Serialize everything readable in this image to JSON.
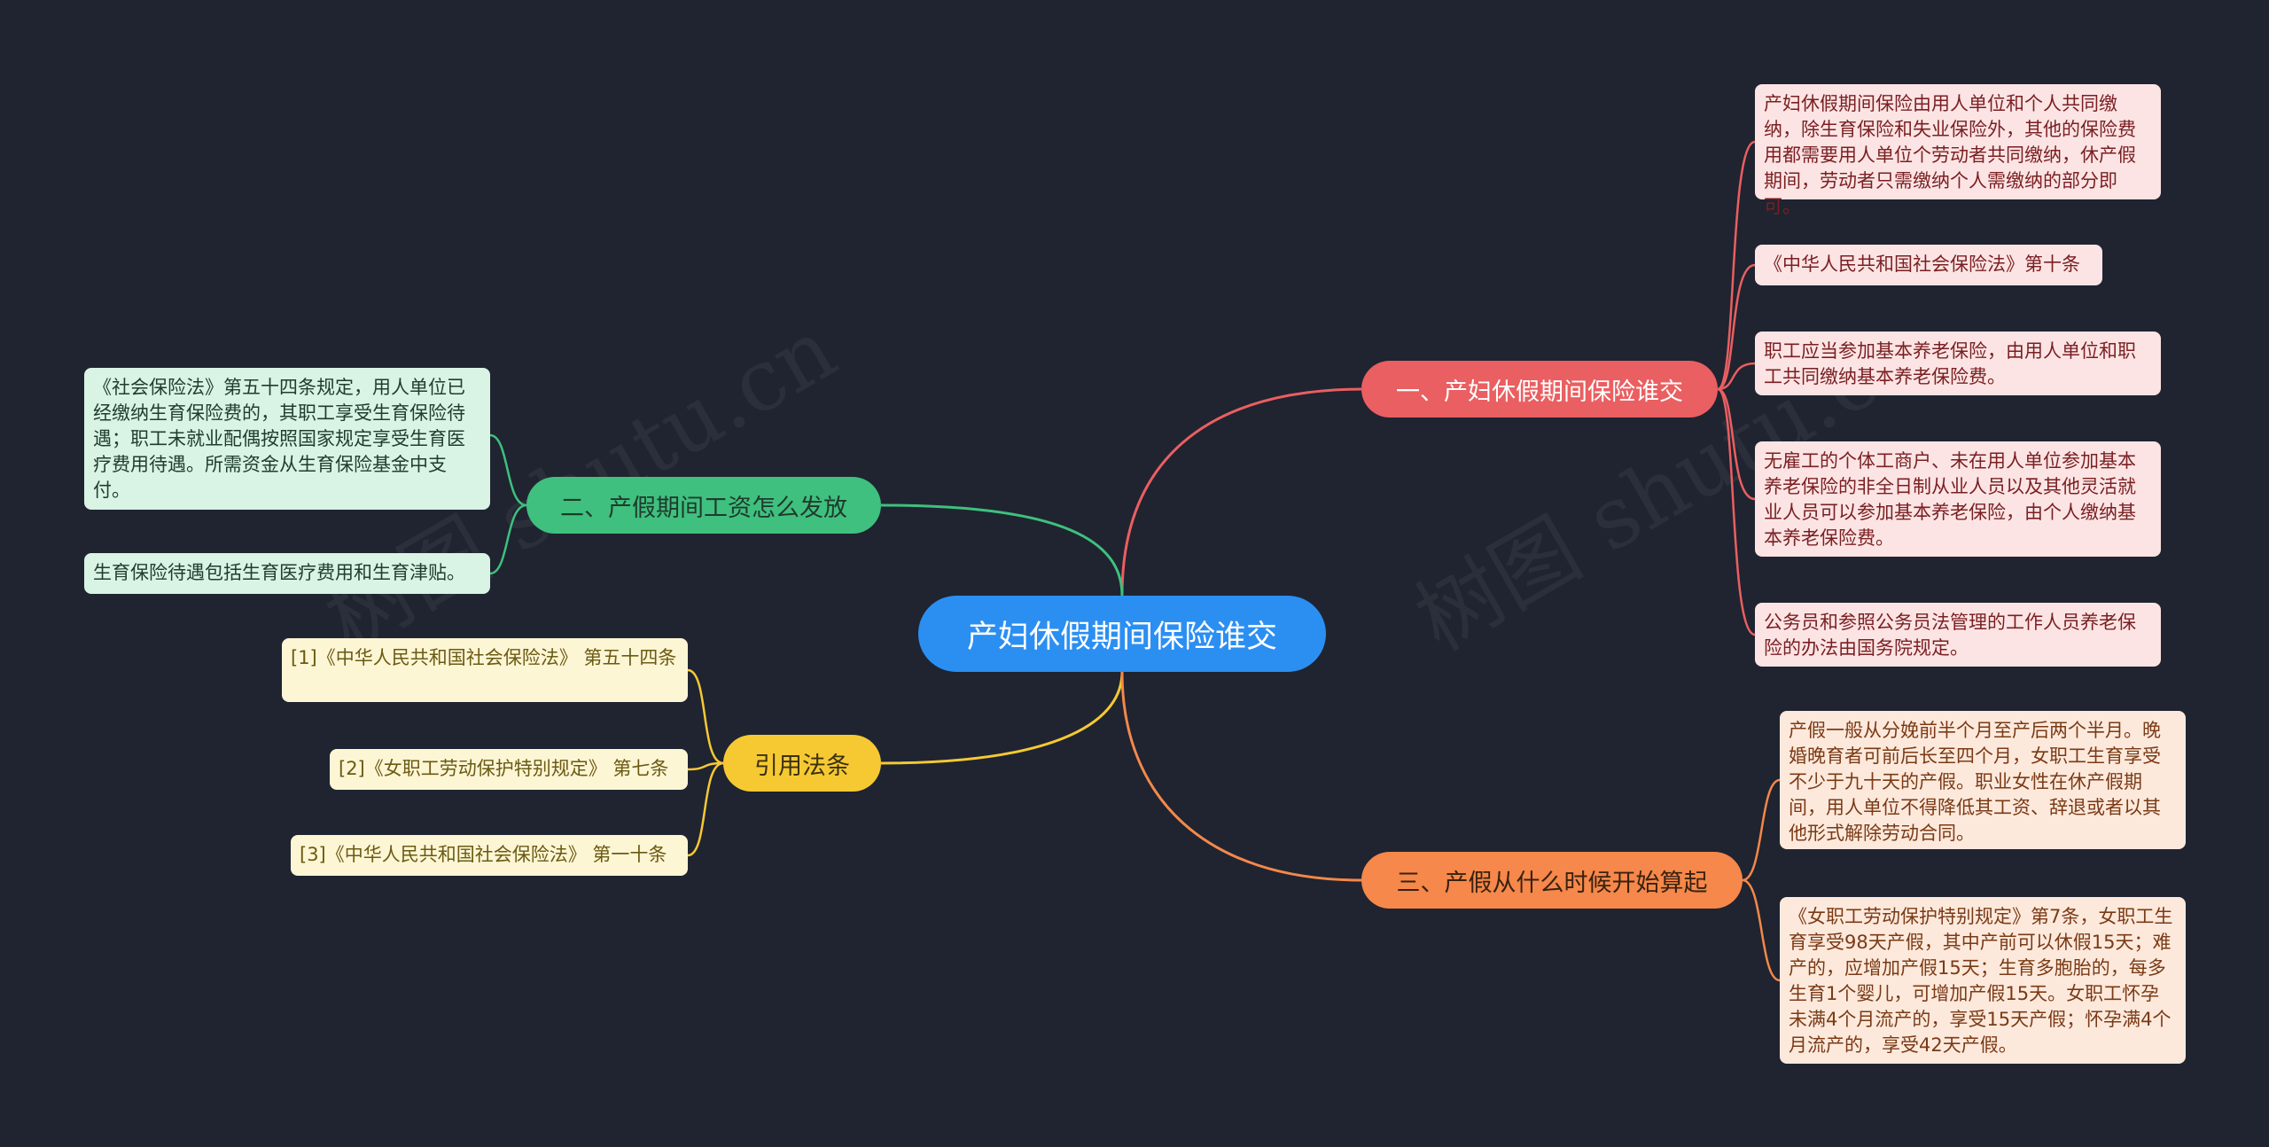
{
  "root": {
    "label": "产妇休假期间保险谁交"
  },
  "branches": {
    "b1": {
      "label": "一、产妇休假期间保险谁交",
      "color": "#ea5f61",
      "leaves": [
        "产妇休假期间保险由用人单位和个人共同缴纳，除生育保险和失业保险外，其他的保险费用都需要用人单位个劳动者共同缴纳，休产假期间，劳动者只需缴纳个人需缴纳的部分即可。",
        "《中华人民共和国社会保险法》第十条",
        "职工应当参加基本养老保险，由用人单位和职工共同缴纳基本养老保险费。",
        "无雇工的个体工商户、未在用人单位参加基本养老保险的非全日制从业人员以及其他灵活就业人员可以参加基本养老保险，由个人缴纳基本养老保险费。",
        "公务员和参照公务员法管理的工作人员养老保险的办法由国务院规定。"
      ]
    },
    "b2": {
      "label": "二、产假期间工资怎么发放",
      "color": "#3fc07e",
      "leaves": [
        "《社会保险法》第五十四条规定，用人单位已经缴纳生育保险费的，其职工享受生育保险待遇；职工未就业配偶按照国家规定享受生育医疗费用待遇。所需资金从生育保险基金中支付。",
        "生育保险待遇包括生育医疗费用和生育津贴。"
      ]
    },
    "b3": {
      "label": "引用法条",
      "color": "#f6c933",
      "leaves": [
        "[1]《中华人民共和国社会保险法》 第五十四条",
        "[2]《女职工劳动保护特别规定》 第七条",
        "[3]《中华人民共和国社会保险法》 第一十条"
      ]
    },
    "b4": {
      "label": "三、产假从什么时候开始算起",
      "color": "#f5884a",
      "leaves": [
        "产假一般从分娩前半个月至产后两个半月。晚婚晚育者可前后长至四个月，女职工生育享受不少于九十天的产假。职业女性在休产假期间，用人单位不得降低其工资、辞退或者以其他形式解除劳动合同。",
        "《女职工劳动保护特别规定》第7条，女职工生育享受98天产假，其中产前可以休假15天；难产的，应增加产假15天；生育多胞胎的，每多生育1个婴儿，可增加产假15天。女职工怀孕未满4个月流产的，享受15天产假；怀孕满4个月流产的，享受42天产假。"
      ]
    }
  },
  "watermarks": [
    "树图 shutu.cn",
    "树图 shutu.cn"
  ]
}
